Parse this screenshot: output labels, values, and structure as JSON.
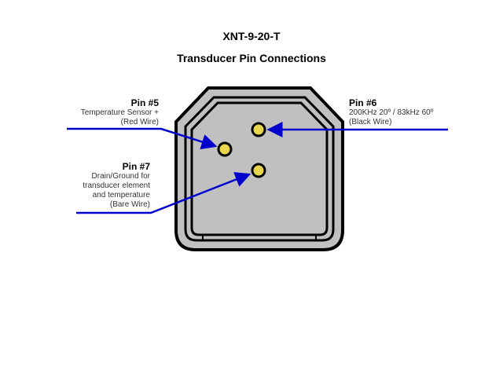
{
  "title": "XNT-9-20-T",
  "subtitle": "Transducer Pin Connections",
  "pins": [
    {
      "label": "Pin #5",
      "lines": [
        "Temperature Sensor +",
        "(Red Wire)"
      ]
    },
    {
      "label": "Pin #6",
      "lines": [
        "200KHz 20º / 83kHz 60º",
        "(Black Wire)"
      ]
    },
    {
      "label": "Pin #7",
      "lines": [
        "Drain/Ground for",
        "transducer element",
        "and temperature",
        "(Bare Wire)"
      ]
    }
  ],
  "colors": {
    "wire": "#0000cc",
    "pin": "#e8d44d",
    "body": "#c0c0c0"
  }
}
